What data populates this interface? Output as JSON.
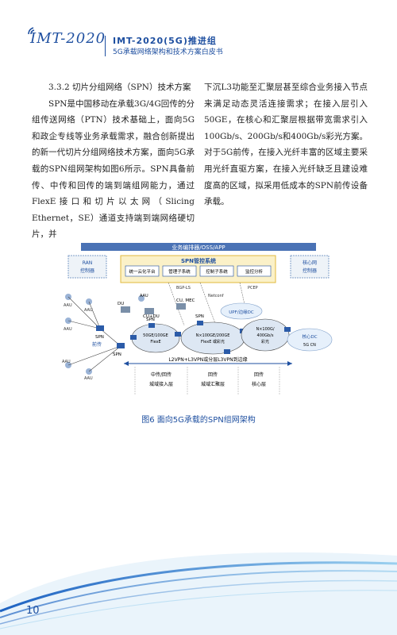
{
  "header": {
    "logo_text": "IMT-2020",
    "title_line1": "IMT-2020(5G)推进组",
    "title_line2": "5G承载网络架构和技术方案白皮书"
  },
  "section_title": "3.3.2 切片分组网络（SPN）技术方案",
  "left_paragraph": "SPN是中国移动在承载3G/4G回传的分组传送网络（PTN）技术基础上，面向5G和政企专线等业务承载需求，融合创新提出的新一代切片分组网络技术方案，面向5G承载的SPN组网架构如图6所示。SPN具备前传、中传和回传的端到端组网能力，通过FlexE接口和切片以太网（Slicing Ethernet，SE）通道支持端到端网络硬切片，并",
  "right_paragraph_cont": "下沉L3功能至汇聚层甚至综合业务接入节点来满足动态灵活连接需求；在接入层引入50GE，在核心和汇聚层根据带宽需求引入100Gb/s、200Gb/s和400Gb/s彩光方案。对于5G前传，在接入光纤丰富的区域主要采用光纤直驱方案，在接入光纤缺乏且建设难度高的区域，拟采用低成本的SPN前传设备承载。",
  "figure": {
    "top_bar": "业务编排器/OSS/APP",
    "ran_controller": "RAN\n控制器",
    "core_controller": "核心网\n控制器",
    "spn_system": "SPN管控系统",
    "modules": [
      "统一云化平台",
      "管理子系统",
      "控制子系统",
      "监控分析"
    ],
    "bgp_ls": "BGP-LS",
    "netconf": "Netconf",
    "pcep": "PCEP",
    "labels": {
      "aau": "AAU",
      "spn": "SPN",
      "du": "DU",
      "cu_du": "CU+DU",
      "cu_mec": "CU, MEC",
      "fronthaul": "前传",
      "ring1": "50GE/100GE\nFlexE",
      "ring2": "N×100GE/200GE\nFlexE 或彩光",
      "ring3": "N×100G/\n400Gb/s\n彩光",
      "upf": "UPF/边缘DC",
      "core_dc": "核心DC",
      "cn": "5G CN",
      "l2l3": "L2VPN+L3VPN或分层L3VPN到边缘"
    },
    "layers": [
      {
        "top": "中传/回传",
        "bottom": "城域接入层"
      },
      {
        "top": "回传",
        "bottom": "城域汇聚层"
      },
      {
        "top": "回传",
        "bottom": "核心层"
      }
    ],
    "caption": "图6  面向5G承载的SPN组网架构",
    "colors": {
      "accent": "#1e4fa0",
      "spn_box": "#fbf1c8",
      "spn_border": "#e0b93d",
      "ring_fill": "#dde7f3"
    }
  },
  "page_number": "10"
}
